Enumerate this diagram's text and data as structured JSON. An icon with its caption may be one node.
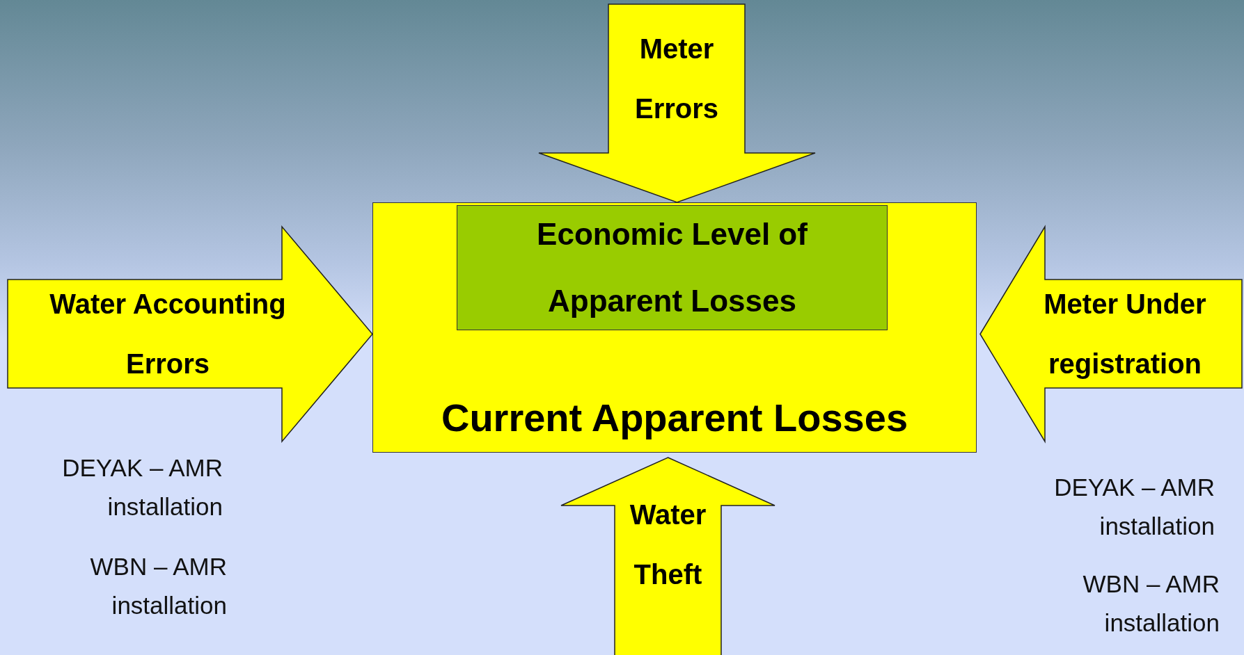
{
  "diagram": {
    "nodes": [
      {
        "text": [
          "Meter Errors"
        ]
      },
      {
        "text": [
          "Current Apparent Losses"
        ]
      },
      {
        "text": [
          "Economic Level of Apparent Losses"
        ],
        "in": 1
      },
      {
        "text": [
          "Water Accounting Errors"
        ]
      },
      {
        "text": [
          "Meter Under registration"
        ]
      },
      {
        "text": [
          "Water Theft"
        ]
      }
    ],
    "edges": [],
    "labels": [
      "DEYAK – AMR installation",
      "WBN – AMR installation",
      "DEYAK – AMR installation",
      "WBN – AMR installation"
    ]
  }
}
